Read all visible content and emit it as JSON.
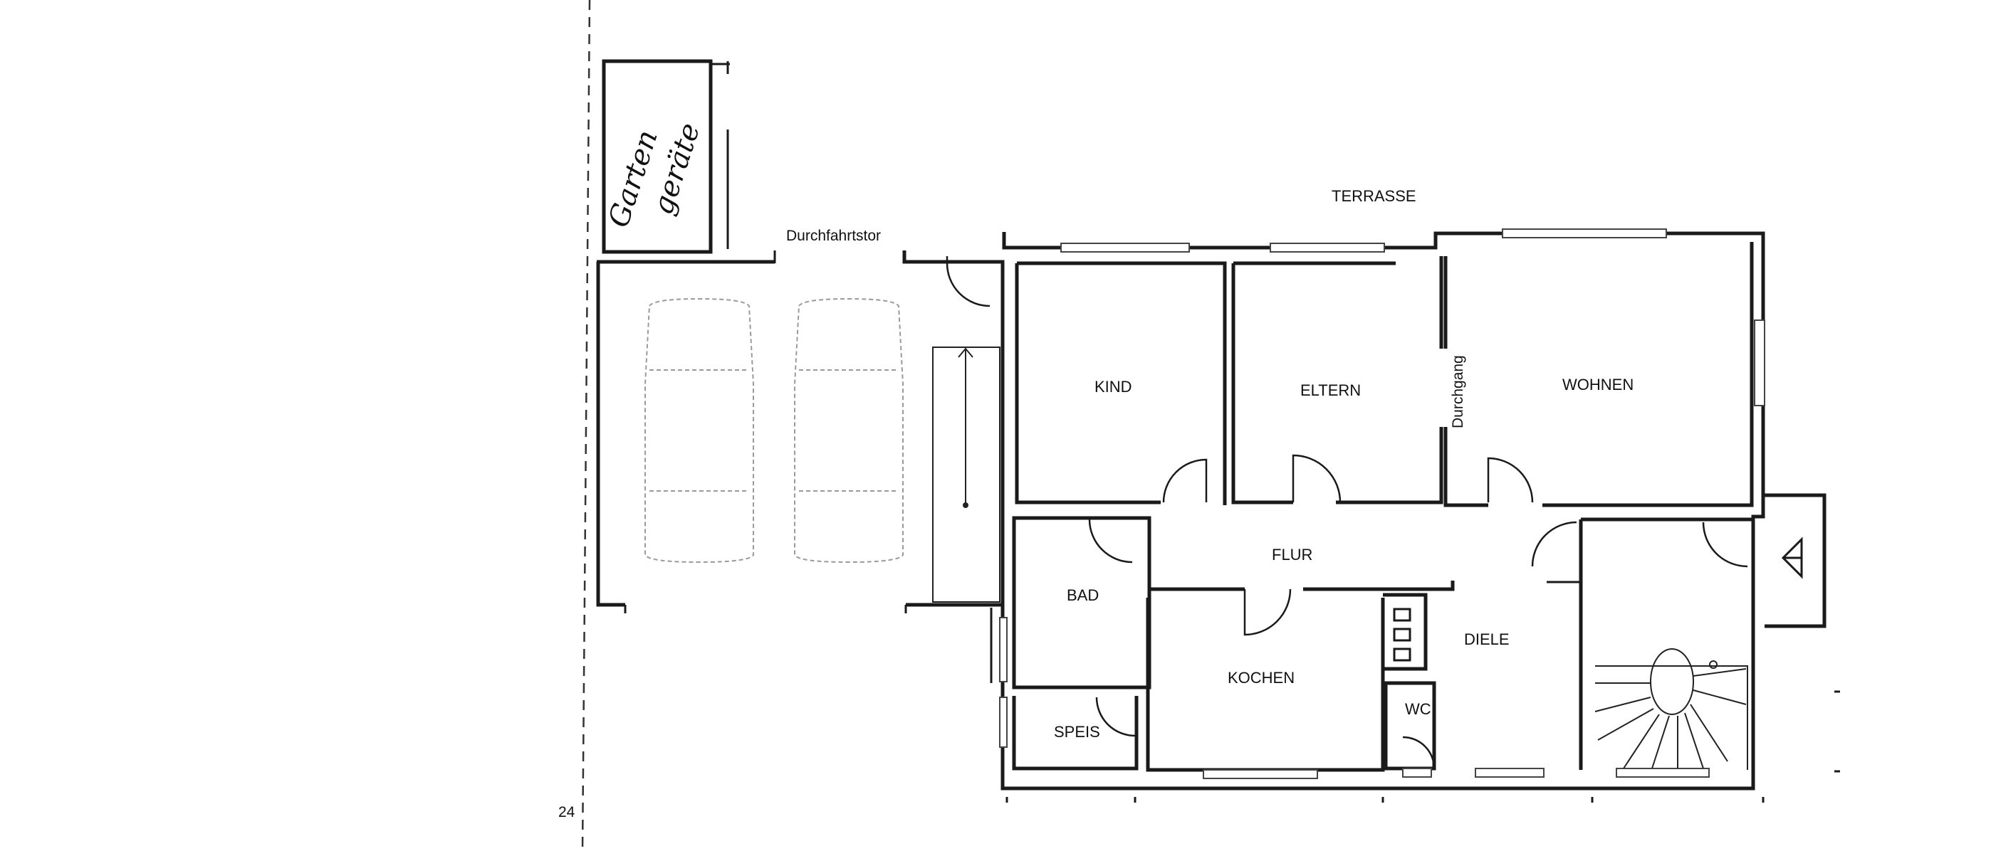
{
  "labels": {
    "terrasse": "TERRASSE",
    "durchfahrtstor": "Durchfahrtstor",
    "kind": "KIND",
    "eltern": "ELTERN",
    "durchgang": "Durchgang",
    "wohnen": "WOHNEN",
    "flur": "FLUR",
    "bad": "BAD",
    "kochen": "KOCHEN",
    "diele": "DIELE",
    "wc": "WC",
    "speis": "SPEIS",
    "scale_mark": "24"
  },
  "handwriting": {
    "line1": "Garten",
    "line2": "geräte"
  }
}
